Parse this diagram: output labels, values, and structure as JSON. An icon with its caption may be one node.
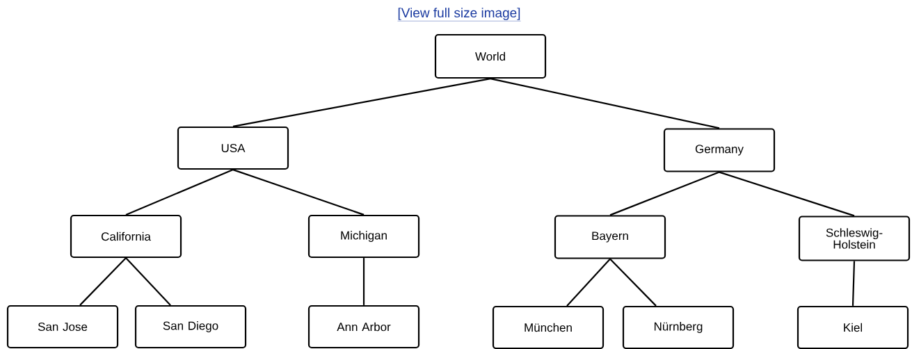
{
  "diagram": {
    "nodes": [
      {
        "text": [
          "World"
        ]
      },
      {
        "text": [
          "USA"
        ]
      },
      {
        "text": [
          "Germany"
        ]
      },
      {
        "text": [
          "California"
        ]
      },
      {
        "text": [
          "Michigan"
        ]
      },
      {
        "text": [
          "Bayern"
        ]
      },
      {
        "text": [
          "Schleswig-Holstein"
        ]
      },
      {
        "text": [
          "San Jose"
        ]
      },
      {
        "text": [
          "San Diego"
        ]
      },
      {
        "text": [
          "Ann Arbor"
        ]
      },
      {
        "text": [
          "München"
        ]
      },
      {
        "text": [
          "Nürnberg"
        ]
      },
      {
        "text": [
          "Kiel"
        ]
      }
    ],
    "edges": [
      {
        "from": 0,
        "to": 1,
        "arrow": "none"
      },
      {
        "from": 0,
        "to": 2,
        "arrow": "none"
      },
      {
        "from": 1,
        "to": 3,
        "arrow": "none"
      },
      {
        "from": 1,
        "to": 4,
        "arrow": "none"
      },
      {
        "from": 2,
        "to": 5,
        "arrow": "none"
      },
      {
        "from": 2,
        "to": 6,
        "arrow": "none"
      },
      {
        "from": 3,
        "to": 7,
        "arrow": "none"
      },
      {
        "from": 3,
        "to": 8,
        "arrow": "none"
      },
      {
        "from": 4,
        "to": 9,
        "arrow": "none"
      },
      {
        "from": 5,
        "to": 10,
        "arrow": "none"
      },
      {
        "from": 5,
        "to": 11,
        "arrow": "none"
      },
      {
        "from": 6,
        "to": 12,
        "arrow": "none"
      }
    ],
    "labels": [
      "[View full size image]"
    ]
  }
}
